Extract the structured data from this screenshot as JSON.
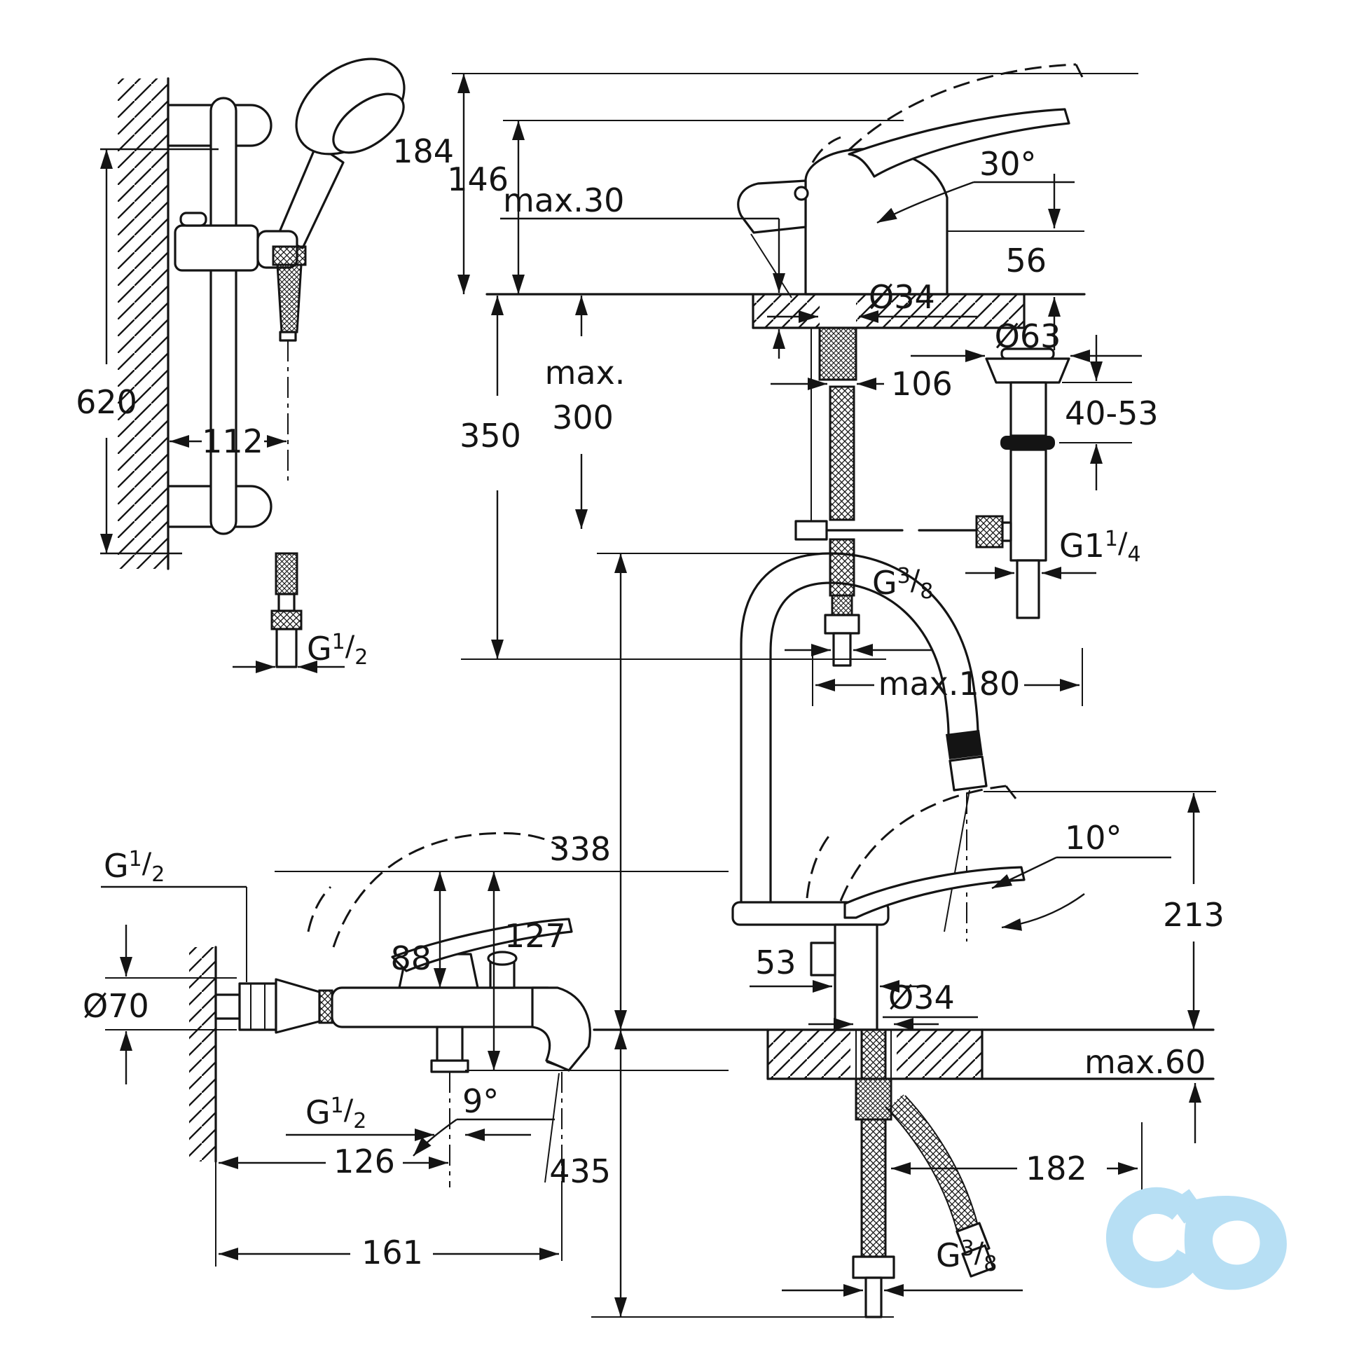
{
  "colors": {
    "line": "#141414",
    "logo": "#B7DFF4"
  },
  "threads": {
    "g_half": {
      "base": "G",
      "sup": "1",
      "slash": "/",
      "sub": "2"
    },
    "g_three_eighth": {
      "base": "G",
      "sup": "3",
      "slash": "/",
      "sub": "8"
    },
    "g_one_and_quarter": {
      "base": "G1",
      "sup": "1",
      "slash": "/",
      "sub": "4"
    }
  },
  "shower_rail": {
    "bar_height": "620",
    "wall_offset": "112"
  },
  "basin_mixer": {
    "overall_height": "184",
    "height_to_spout": "146",
    "deck_thickness": "max.30",
    "spout_angle": "30°",
    "spout_to_deck": "56",
    "hole_dia": "Ø34",
    "waste_dia": "Ø63",
    "max_word": "max.",
    "max_value": "300",
    "mount_depth": "350",
    "spout_reach": "106",
    "waste_range": "40-53",
    "rod_reach": "max.180"
  },
  "bath_mixer": {
    "escutcheon_dia": "Ø70",
    "body_drop": "88",
    "outlet_drop": "127",
    "spout_angle": "9°",
    "spout_reach": "126",
    "overall_reach": "161"
  },
  "tall_mixer": {
    "spout_top_height": "338",
    "column_width": "53",
    "outlet_angle": "10°",
    "outlet_height": "213",
    "hole_dia": "Ø34",
    "deck_thickness": "max.60",
    "hose_depth": "435",
    "hose_spread": "182"
  }
}
